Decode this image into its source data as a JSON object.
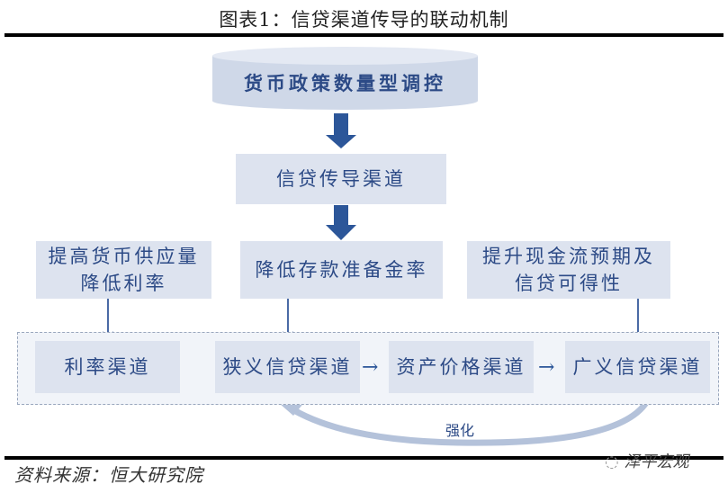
{
  "title": "图表1：信贷渠道传导的联动机制",
  "nodes": {
    "top": "货币政策数量型调控",
    "credit_transmission": "信贷传导渠道",
    "increase_supply_line1": "提高货币供应量",
    "increase_supply_line2": "降低利率",
    "lower_rrr": "降低存款准备金率",
    "cashflow_line1": "提升现金流预期及",
    "cashflow_line2": "信贷可得性",
    "interest_channel": "利率渠道",
    "narrow_credit": "狭义信贷渠道",
    "asset_price": "资产价格渠道",
    "broad_credit": "广义信贷渠道"
  },
  "feedback_label": "强化",
  "arrow_glyph": "→",
  "source": "资料来源：恒大研究院",
  "watermark": "泽平宏观",
  "colors": {
    "box": "#dde3ef",
    "text": "#2c4a86",
    "arrow": "#2c5699"
  }
}
